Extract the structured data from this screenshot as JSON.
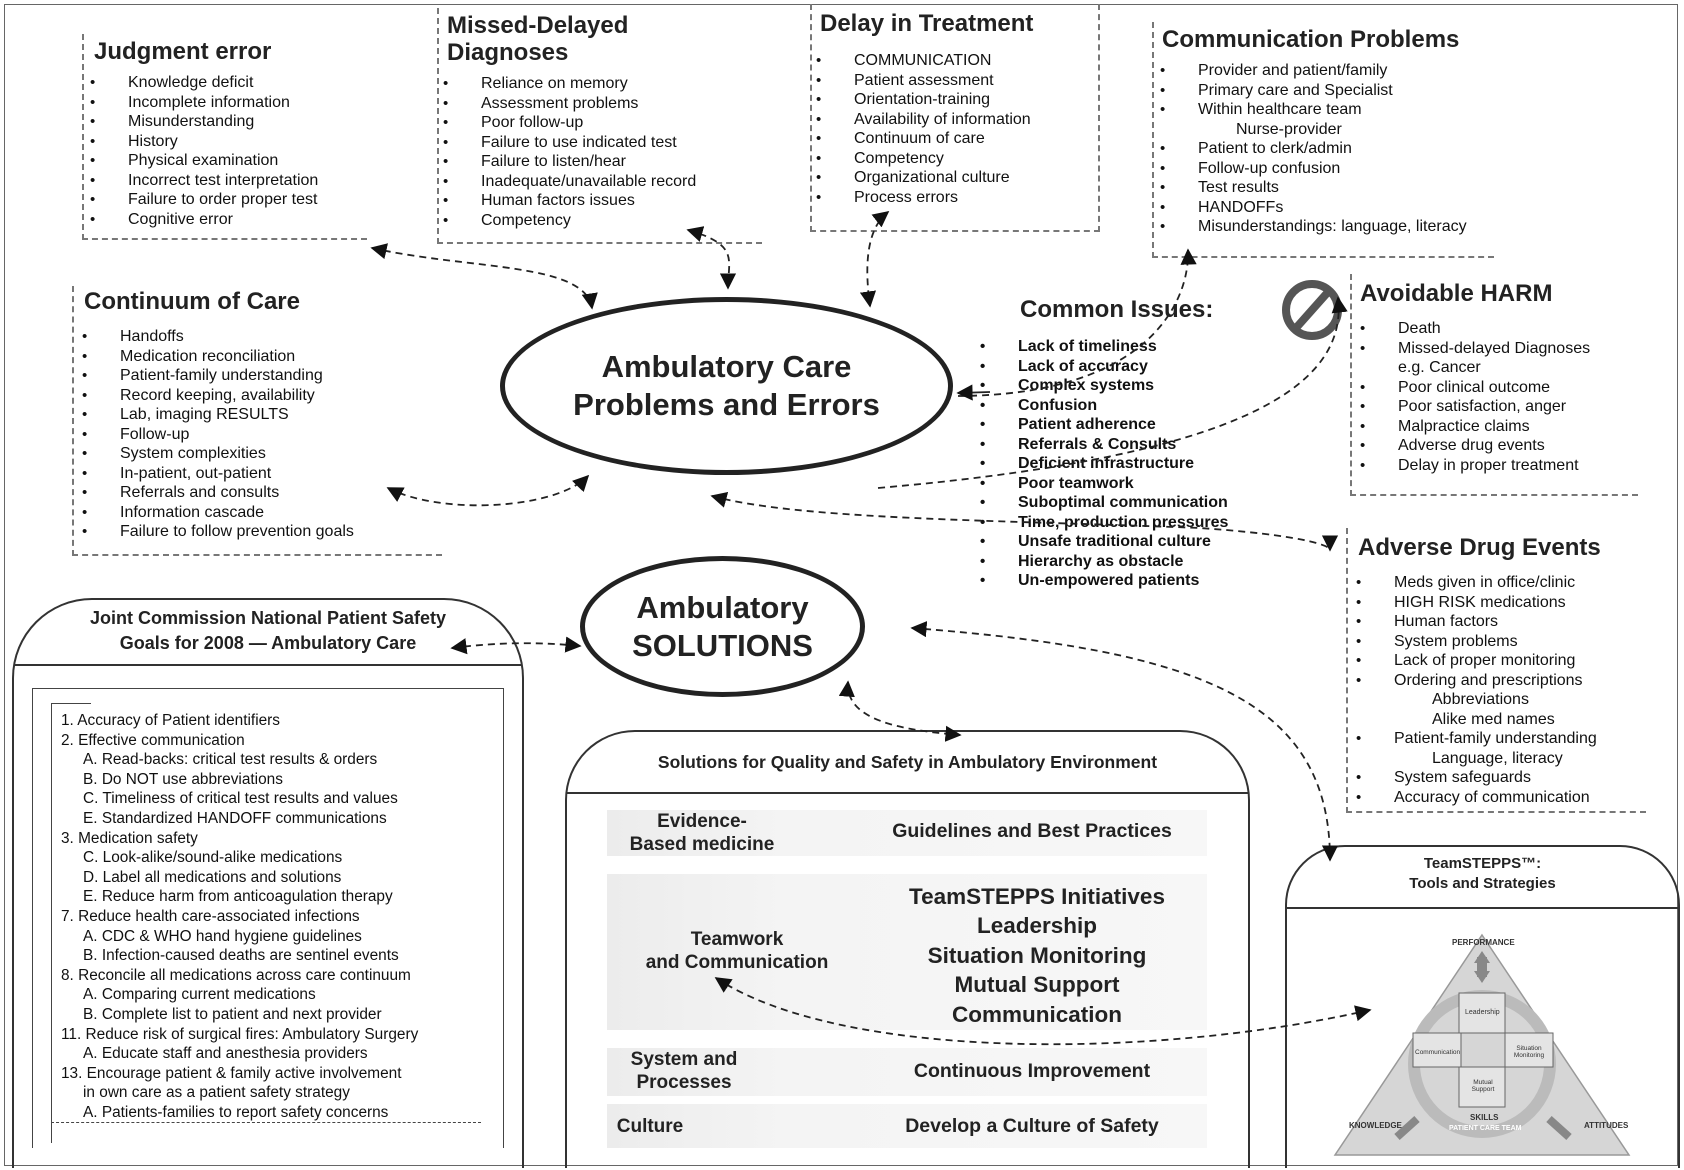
{
  "judgment": {
    "title": "Judgment error",
    "items": [
      "Knowledge deficit",
      "Incomplete information",
      "Misunderstanding",
      "History",
      "Physical examination",
      "Incorrect test interpretation",
      "Failure to order proper test",
      "Cognitive error"
    ]
  },
  "missed": {
    "title_line1": "Missed-Delayed",
    "title_line2": "Diagnoses",
    "items": [
      "Reliance on memory",
      "Assessment problems",
      "Poor follow-up",
      "Failure to use indicated test",
      "Failure to listen/hear",
      "Inadequate/unavailable record",
      "Human factors issues",
      "Competency"
    ]
  },
  "delay": {
    "title": "Delay in Treatment",
    "items": [
      "COMMUNICATION",
      "Patient assessment",
      "Orientation-training",
      "Availability of information",
      "Continuum of care",
      "Competency",
      "Organizational culture",
      "Process errors"
    ]
  },
  "communication": {
    "title": "Communication Problems",
    "items": [
      "Provider and patient/family",
      "Primary care and Specialist",
      "Within healthcare team",
      "Nurse-provider",
      "Patient to clerk/admin",
      "Follow-up confusion",
      "Test results",
      "HANDOFFs",
      "Misunderstandings: language, literacy"
    ]
  },
  "continuum": {
    "title": "Continuum of Care",
    "items": [
      "Handoffs",
      "Medication reconciliation",
      "Patient-family understanding",
      "Record keeping, availability",
      "Lab, imaging RESULTS",
      "Follow-up",
      "System complexities",
      "In-patient, out-patient",
      "Referrals and consults",
      "Information cascade",
      "Failure to follow prevention goals"
    ]
  },
  "center": {
    "line1": "Ambulatory Care",
    "line2": "Problems and Errors"
  },
  "common": {
    "title": "Common Issues:",
    "items": [
      "Lack of timeliness",
      "Lack of accuracy",
      "Complex systems",
      "Confusion",
      "Patient adherence",
      "Referrals & Consults",
      "Deficient infrastructure",
      "Poor teamwork",
      "Suboptimal communication",
      "Time, production pressures",
      "Unsafe traditional culture",
      "Hierarchy as obstacle",
      "Un-empowered patients"
    ]
  },
  "harm": {
    "title": "Avoidable HARM",
    "items": [
      "Death",
      "Missed-delayed Diagnoses",
      "e.g. Cancer",
      "Poor clinical outcome",
      "Poor satisfaction, anger",
      "Malpractice claims",
      "Adverse drug events",
      "Delay in proper treatment"
    ]
  },
  "adverse": {
    "title": "Adverse Drug Events",
    "items": [
      "Meds given in office/clinic",
      "HIGH RISK medications",
      "Human factors",
      "System problems",
      "Lack of proper monitoring",
      "Ordering and prescriptions",
      "Abbreviations",
      "Alike med names",
      "Patient-family understanding",
      "Language, literacy",
      "System safeguards",
      "Accuracy of communication"
    ]
  },
  "solutions": {
    "line1": "Ambulatory",
    "line2": "SOLUTIONS"
  },
  "joint": {
    "title_line1": "Joint Commission National Patient Safety",
    "title_line2": "Goals for  2008 — Ambulatory Care",
    "lines": [
      "1.  Accuracy of Patient identifiers",
      "2.  Effective communication",
      "A.  Read-backs: critical test results & orders",
      "B.  Do NOT use abbreviations",
      "C. Timeliness of critical test results and values",
      "E.  Standardized HANDOFF communications",
      "3.  Medication safety",
      "C.  Look-alike/sound-alike medications",
      "D.  Label all medications and solutions",
      "E.  Reduce harm from anticoagulation therapy",
      "7.  Reduce health care-associated infections",
      "A.  CDC & WHO hand hygiene guidelines",
      "B.  Infection-caused deaths are sentinel events",
      "8.  Reconcile all medications across care continuum",
      "A.  Comparing current medications",
      "B.  Complete list to patient and next provider",
      "11. Reduce risk of surgical fires: Ambulatory Surgery",
      "A. Educate staff and anesthesia providers",
      "13.  Encourage patient & family active involvement",
      "in own care as a patient safety strategy",
      "A.  Patients-families to report safety concerns"
    ]
  },
  "quality": {
    "title": "Solutions for Quality and Safety in Ambulatory Environment",
    "rows": [
      {
        "label_l1": "Evidence-",
        "label_l2": "Based medicine",
        "value": "Guidelines and Best Practices"
      },
      {
        "label_l1": "Teamwork",
        "label_l2": "and Communication",
        "values": [
          "TeamSTEPPS Initiatives",
          "Leadership",
          "Situation Monitoring",
          "Mutual Support",
          "Communication"
        ]
      },
      {
        "label_l1": "System and",
        "label_l2": "Processes",
        "value": "Continuous Improvement"
      },
      {
        "label_l1": "Culture",
        "label_l2": "",
        "value": "Develop a Culture of Safety"
      }
    ]
  },
  "teamstepps": {
    "title_line1": "TeamSTEPPS™:",
    "title_line2": "Tools and Strategies",
    "performance": "PERFORMANCE",
    "knowledge": "KNOWLEDGE",
    "attitudes": "ATTITUDES",
    "skills": "SKILLS",
    "patient_care_team": "PATIENT CARE TEAM",
    "leadership": "Leadership",
    "communication": "Communication",
    "situation": "Situation Monitoring",
    "mutual": "Mutual Support"
  },
  "colors": {
    "ink": "#222222",
    "dash": "#777777",
    "band": "#ececec"
  }
}
